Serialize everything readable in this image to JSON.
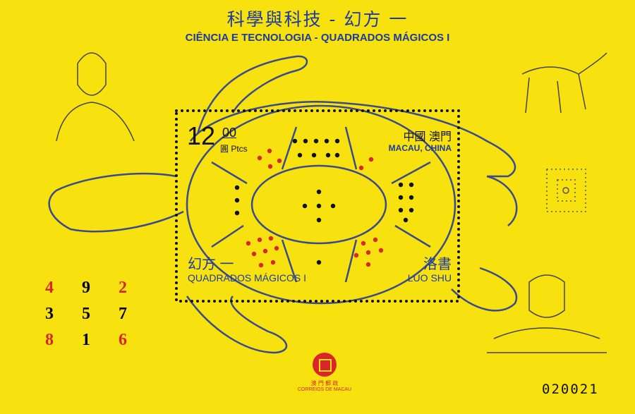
{
  "title_chinese": "科學與科技 - 幻方 一",
  "title_portuguese": "CIÊNCIA E TECNOLOGIA - QUADRADOS MÁGICOS I",
  "stamp": {
    "value": "12",
    "cents": "00",
    "currency": "圓 Ptcs",
    "country_zh": "中國 澳門",
    "country": "MACAU, CHINA",
    "name_zh": "幻方 一",
    "name_pt": "QUADRADOS MÁGICOS I",
    "subject_zh": "洛書",
    "subject": "LUO SHU"
  },
  "magic_square": [
    [
      "4",
      "9",
      "2"
    ],
    [
      "3",
      "5",
      "7"
    ],
    [
      "8",
      "1",
      "6"
    ]
  ],
  "logo": {
    "zh": "澳 門 郵 政",
    "pt": "CORREIOS DE MACAU"
  },
  "serial": "020021",
  "colors": {
    "background": "#f7e10e",
    "blue": "#1d3aa0",
    "red": "#d8262c"
  }
}
